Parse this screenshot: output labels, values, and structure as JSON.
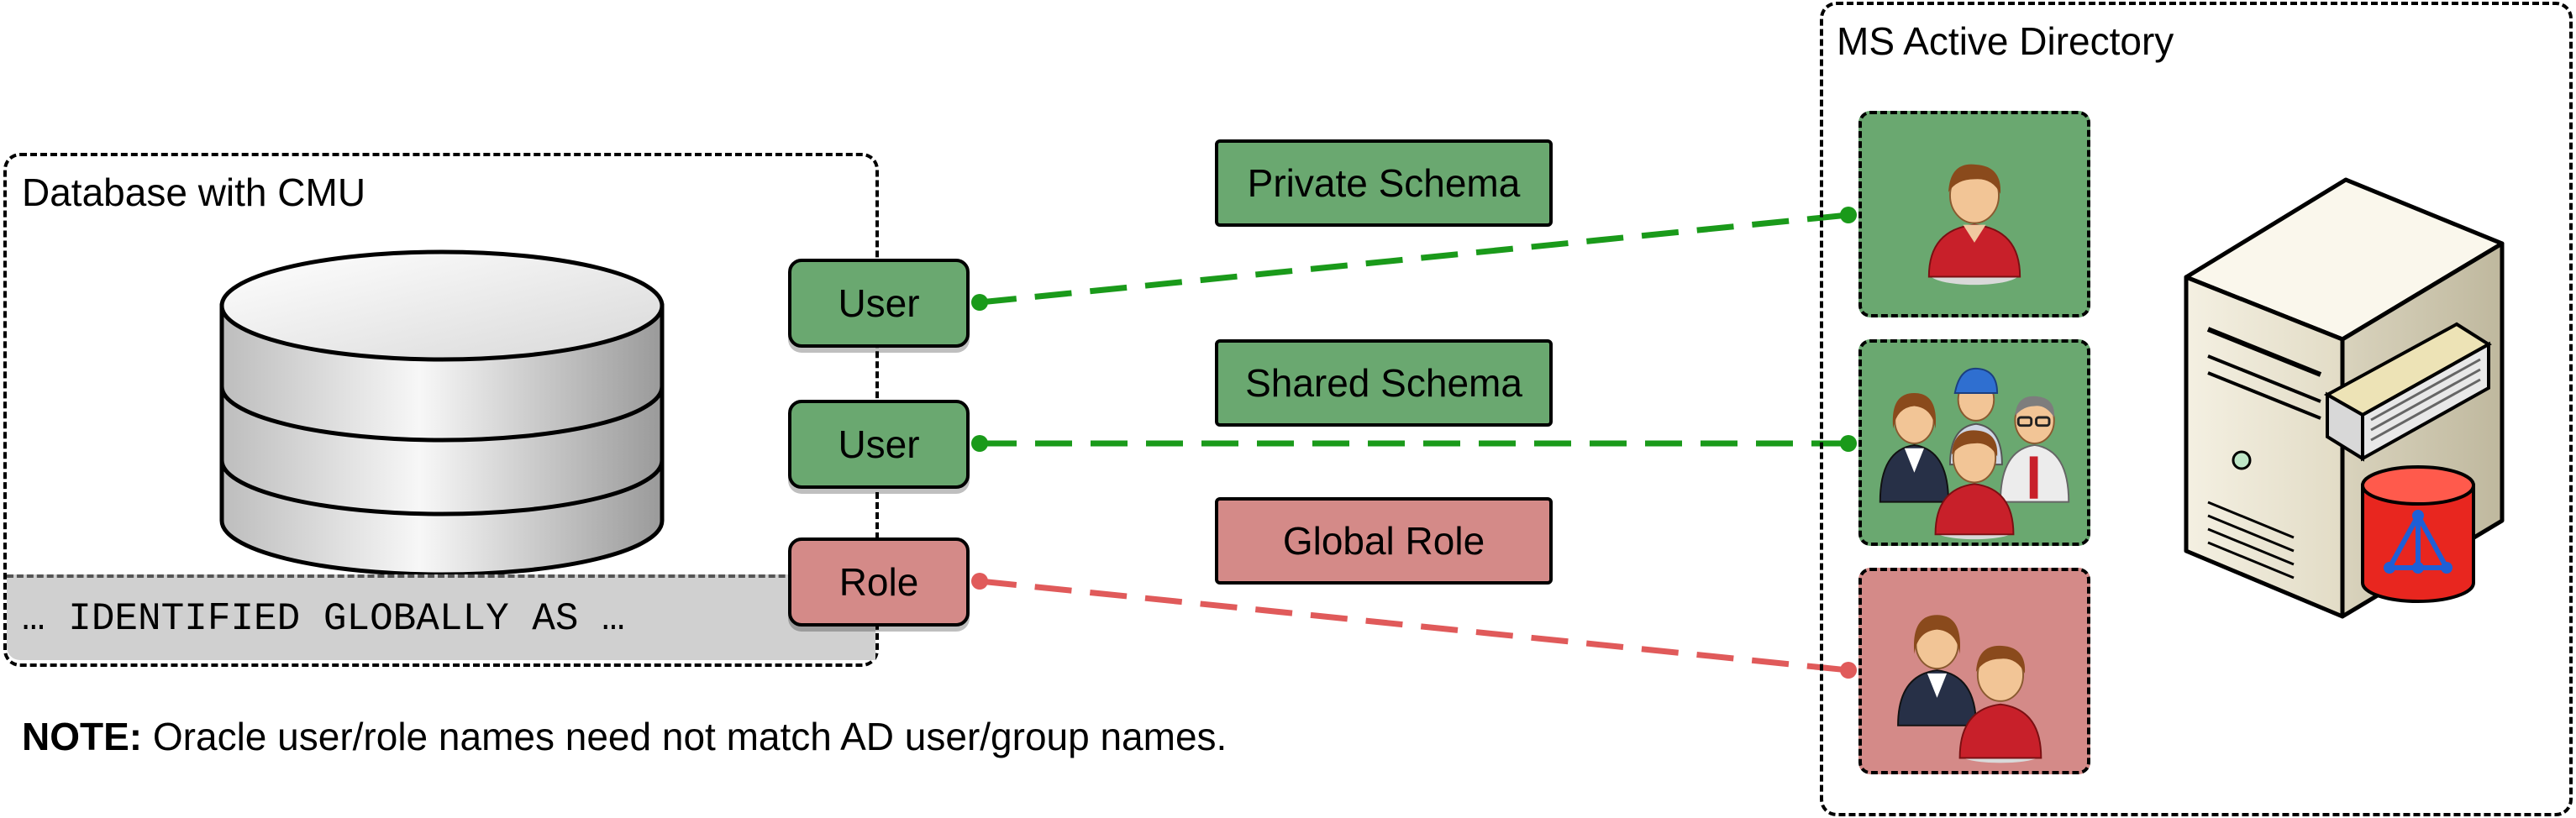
{
  "database_container": {
    "title": "Database with CMU"
  },
  "identified_text": "… IDENTIFIED GLOBALLY AS …",
  "tags": {
    "user_1": "User",
    "user_2": "User",
    "role": "Role"
  },
  "mappings": {
    "private_schema": "Private Schema",
    "shared_schema": "Shared Schema",
    "global_role": "Global Role"
  },
  "ad_container": {
    "title": "MS Active Directory"
  },
  "note": {
    "label": "NOTE:",
    "text": " Oracle user/role names need not match AD user/group names."
  },
  "colors": {
    "green": "#6aa870",
    "red": "#d48a88",
    "line_green": "#1a9a1a",
    "line_red": "#e05a5a"
  },
  "icons": {
    "database": "database-cylinder-icon",
    "single_user": "user-icon",
    "group": "user-group-icon",
    "pair": "user-pair-icon",
    "server": "directory-server-icon"
  }
}
